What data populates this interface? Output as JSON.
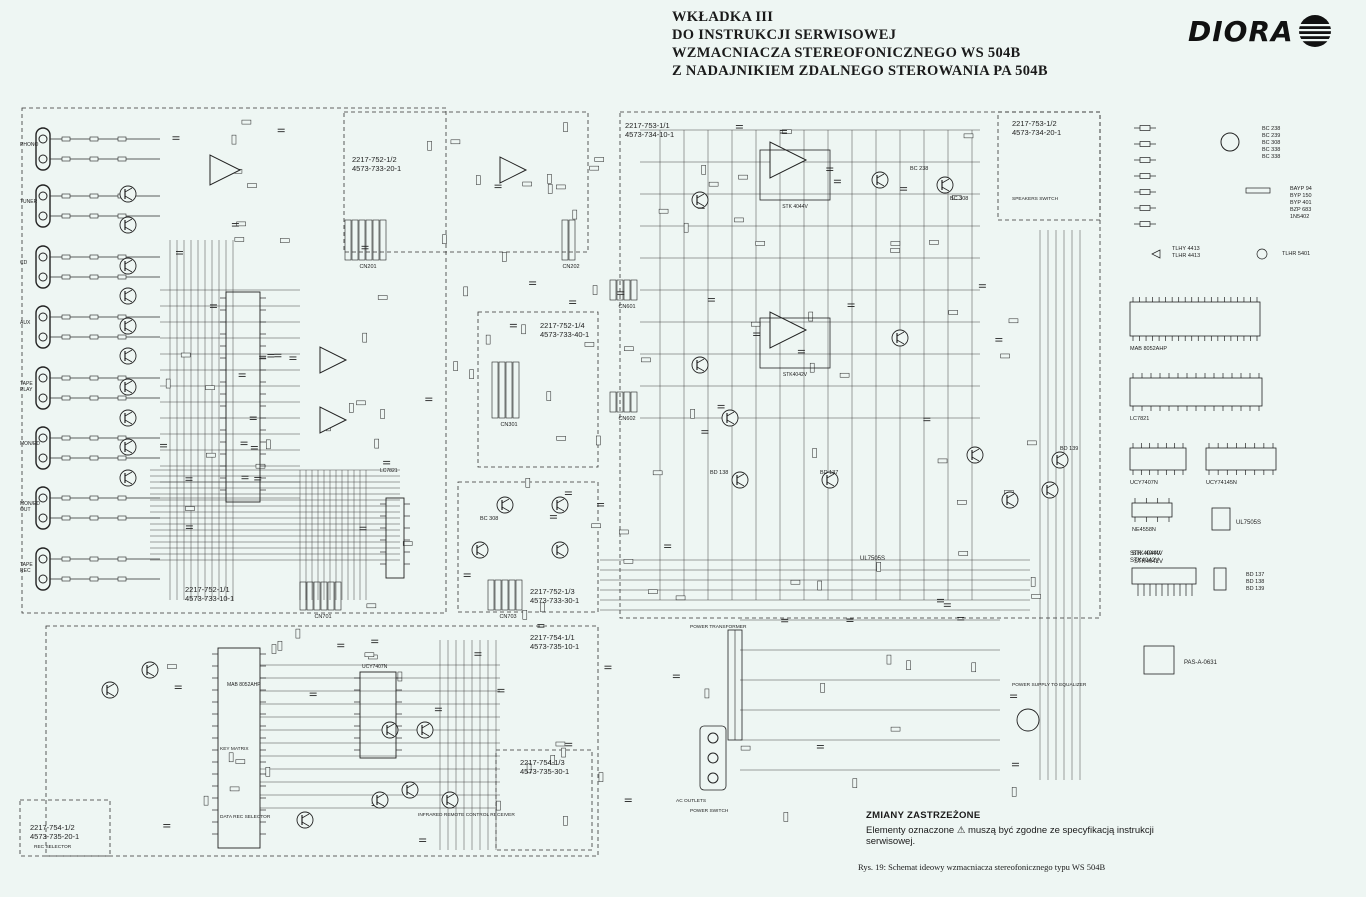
{
  "header": {
    "title_lines": [
      "WKŁADKA III",
      "DO INSTRUKCJI SERWISOWEJ",
      "WZMACNIACZA STEREOFONICZNEGO WS 504B",
      "Z NADAJNIKIEM ZDALNEGO STEROWANIA PA 504B"
    ],
    "logo": "DIORA"
  },
  "modules": [
    {
      "code1": "2217-752-1/1",
      "code2": "4573-733-10-1"
    },
    {
      "code1": "2217-752-1/2",
      "code2": "4573-733-20-1"
    },
    {
      "code1": "2217-752-1/4",
      "code2": "4573-733-40-1"
    },
    {
      "code1": "2217-752-1/3",
      "code2": "4573-733-30-1"
    },
    {
      "code1": "2217-753-1/1",
      "code2": "4573-734-10-1"
    },
    {
      "code1": "2217-753-1/2",
      "code2": "4573-734-20-1"
    },
    {
      "code1": "2217-754-1/1",
      "code2": "4573-735-10-1"
    },
    {
      "code1": "2217-754-1/3",
      "code2": "4573-735-30-1"
    },
    {
      "code1": "2217-754-1/2",
      "code2": "4573-735-20-1"
    }
  ],
  "inputs": [
    "PHONO",
    "TUNER",
    "CD",
    "AUX",
    "TAPE PLAY",
    "MON/ED",
    "MON/ED OUT",
    "TAPE REC"
  ],
  "ics": [
    "LC7821",
    "UCY7407N",
    "UCY74145N",
    "NE4558N",
    "UL7505S",
    "STK 4044V",
    "STK4042V",
    "MAB 8052AHP",
    "UL7505S"
  ],
  "transistors": [
    "BC 238",
    "BC 308",
    "BD 138",
    "BD 137",
    "BD 139",
    "BC 239"
  ],
  "connectors": [
    "CN201",
    "CN202",
    "CN301",
    "CN601",
    "CN602",
    "CN701",
    "CN703"
  ],
  "parts_legend": [
    "BC 238",
    "BC 239",
    "BC 308",
    "BC 338",
    "BC 338",
    "BAYP 94",
    "BYP 150",
    "BYP 401",
    "BZP 683",
    "1N5402",
    "TLHY 4413",
    "TLHR 4413",
    "TLHR 5401",
    "BD 137",
    "BD 138",
    "BD 139",
    "PAS-A-0631"
  ],
  "labels": {
    "power_transformer": "POWER TRANSFORMER",
    "ac_outlets": "AC OUTLETS",
    "power_switch": "POWER SWITCH",
    "speakers_switch": "SPEAKERS SWITCH",
    "power_supply": "POWER SUPPLY TO EQUALIZER",
    "remote": "INFRARED REMOTE CONTROL RECEIVER",
    "rec_selector": "REC SELECTOR",
    "data_selector": "DATA REC SELECTOR",
    "key_matrix": "KEY MATRIX"
  },
  "notes": {
    "heading": "ZMIANY ZASTRZEŻONE",
    "text": "Elementy oznaczone ⚠ muszą być zgodne ze specyfikacją instrukcji serwisowej."
  },
  "caption": "Rys. 19: Schemat ideowy wzmacniacza stereofonicznego typu WS 504B",
  "colors": {
    "paper": "#eef6f3",
    "ink": "#1a1a1a"
  }
}
